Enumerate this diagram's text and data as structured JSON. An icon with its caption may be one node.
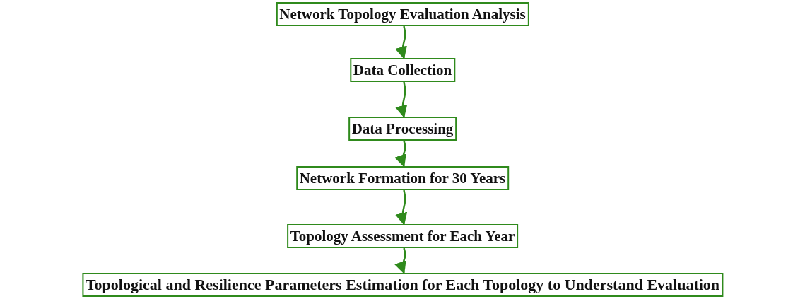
{
  "diagram": {
    "nodes": [
      {
        "text": [
          "Network Topology Evaluation Analysis"
        ]
      },
      {
        "text": [
          "Data Collection"
        ]
      },
      {
        "text": [
          "Data Processing"
        ]
      },
      {
        "text": [
          "Network Formation for 30 Years"
        ]
      },
      {
        "text": [
          "Topology Assessment for Each Year"
        ]
      },
      {
        "text": [
          "Topological and Resilience Parameters Estimation for Each Topology to Understand Evaluation"
        ]
      }
    ],
    "edges": [
      {
        "from": 0,
        "to": 1,
        "arrow": "to"
      },
      {
        "from": 1,
        "to": 2,
        "arrow": "to"
      },
      {
        "from": 2,
        "to": 3,
        "arrow": "to"
      },
      {
        "from": 3,
        "to": 4,
        "arrow": "to"
      },
      {
        "from": 4,
        "to": 5,
        "arrow": "to"
      }
    ]
  }
}
